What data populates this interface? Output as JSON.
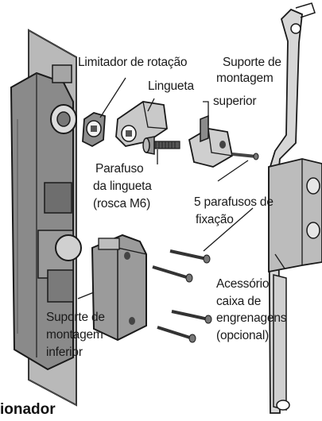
{
  "labels": {
    "rotation_limiter": "Limitador de rotação",
    "latch": "Lingueta",
    "upper_bracket": [
      "Suporte de",
      "montagem",
      "superior"
    ],
    "latch_screw": [
      "Parafuso",
      "da lingueta",
      "(rosca M6)"
    ],
    "fixing_screws": [
      "5 parafusos de",
      "fixação"
    ],
    "gearbox": [
      "Acessório",
      "caixa de",
      "engrenagens",
      "(opcional)"
    ],
    "lower_bracket": [
      "Suporte de",
      "montagem",
      "inferior"
    ]
  },
  "footer": {
    "partial_title": "ionador"
  }
}
